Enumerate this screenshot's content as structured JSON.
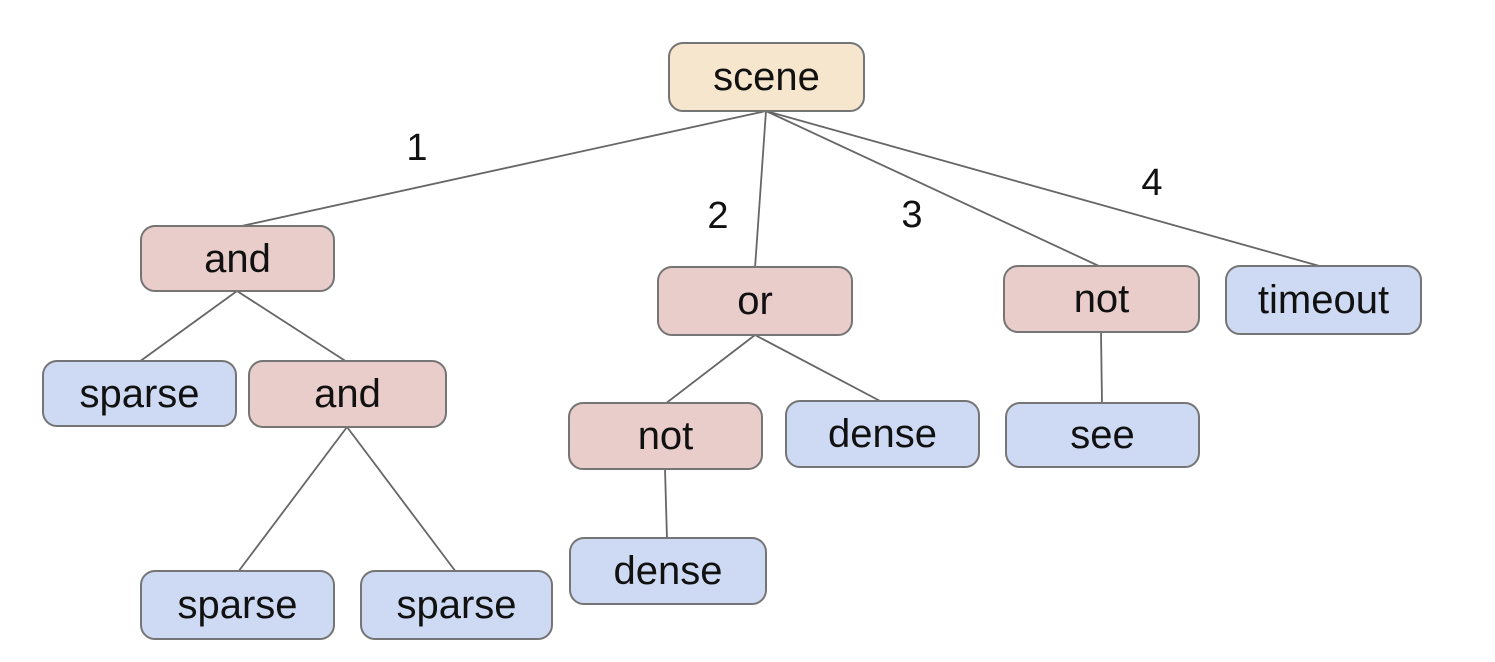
{
  "diagram": {
    "type": "tree",
    "background_color": "#ffffff",
    "line_color": "#666666",
    "border_color": "#757575",
    "text_color": "#111111",
    "node_colors": {
      "root": "#f5e6cd",
      "operator": "#e9cdcb",
      "leaf": "#cedaf3"
    },
    "nodes": [
      {
        "id": "scene",
        "label": "scene",
        "type": "root"
      },
      {
        "id": "and-1",
        "label": "and",
        "type": "operator"
      },
      {
        "id": "or-1",
        "label": "or",
        "type": "operator"
      },
      {
        "id": "not-2",
        "label": "not",
        "type": "operator"
      },
      {
        "id": "timeout-1",
        "label": "timeout",
        "type": "leaf"
      },
      {
        "id": "sparse-1",
        "label": "sparse",
        "type": "leaf"
      },
      {
        "id": "and-2",
        "label": "and",
        "type": "operator"
      },
      {
        "id": "not-1",
        "label": "not",
        "type": "operator"
      },
      {
        "id": "dense-1",
        "label": "dense",
        "type": "leaf"
      },
      {
        "id": "see-1",
        "label": "see",
        "type": "leaf"
      },
      {
        "id": "sparse-2",
        "label": "sparse",
        "type": "leaf"
      },
      {
        "id": "sparse-3",
        "label": "sparse",
        "type": "leaf"
      },
      {
        "id": "dense-2",
        "label": "dense",
        "type": "leaf"
      }
    ],
    "edges": [
      {
        "from": "scene",
        "to": "and-1",
        "label": "1"
      },
      {
        "from": "scene",
        "to": "or-1",
        "label": "2"
      },
      {
        "from": "scene",
        "to": "not-2",
        "label": "3"
      },
      {
        "from": "scene",
        "to": "timeout-1",
        "label": "4"
      },
      {
        "from": "and-1",
        "to": "sparse-1"
      },
      {
        "from": "and-1",
        "to": "and-2"
      },
      {
        "from": "and-2",
        "to": "sparse-2"
      },
      {
        "from": "and-2",
        "to": "sparse-3"
      },
      {
        "from": "or-1",
        "to": "not-1"
      },
      {
        "from": "or-1",
        "to": "dense-1"
      },
      {
        "from": "not-1",
        "to": "dense-2"
      },
      {
        "from": "not-2",
        "to": "see-1"
      }
    ]
  }
}
